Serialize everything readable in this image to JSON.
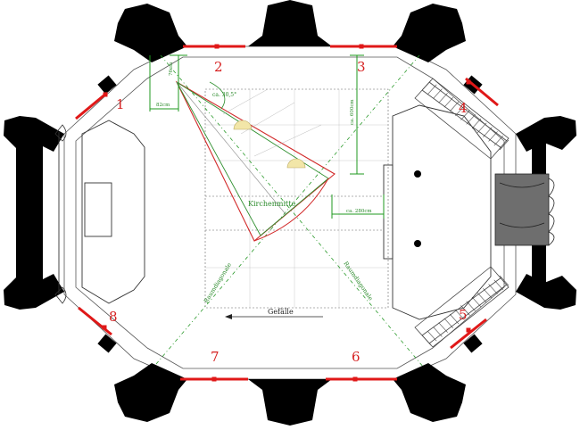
{
  "numbers": [
    "1",
    "2",
    "3",
    "4",
    "5",
    "6",
    "7",
    "8"
  ],
  "labels": {
    "kirchenmitte": "Kirchenmitte",
    "diagonal_left": "Raumdiagonale",
    "diagonal_right": "Raumdiagonale",
    "gefaelle": "Gefälle",
    "angle": "ca. 30,5°",
    "dim_left_h": "82cm",
    "dim_left_v": "76cm",
    "dim_right_v": "ca. 600cm",
    "dim_center": "ca. 280cm"
  },
  "colors": {
    "wall": "#000000",
    "window": "#e01818",
    "dimension": "#1f9a1f",
    "diagonal": "#2a9a2a",
    "cone_red": "#d22a2a",
    "cone_green": "#2f8f2f",
    "lamp": "#f2e6a8",
    "gallery": "#6e6e6e"
  }
}
